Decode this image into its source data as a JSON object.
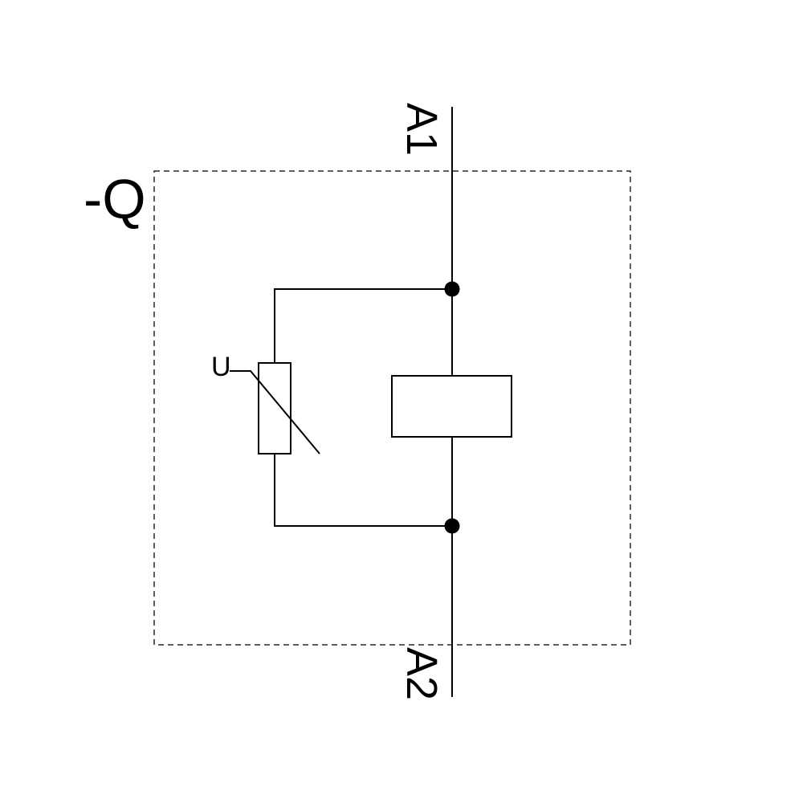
{
  "diagram": {
    "device_label": "-Q",
    "terminal_top": "A1",
    "terminal_bottom": "A2",
    "varistor_label": "U",
    "colors": {
      "stroke": "#000000",
      "background": "#ffffff",
      "boundary": "#2a2a2a"
    },
    "components": [
      "component-boundary",
      "main-wire",
      "coil-body",
      "varistor-body",
      "junction-dot-top",
      "junction-dot-bottom"
    ]
  }
}
